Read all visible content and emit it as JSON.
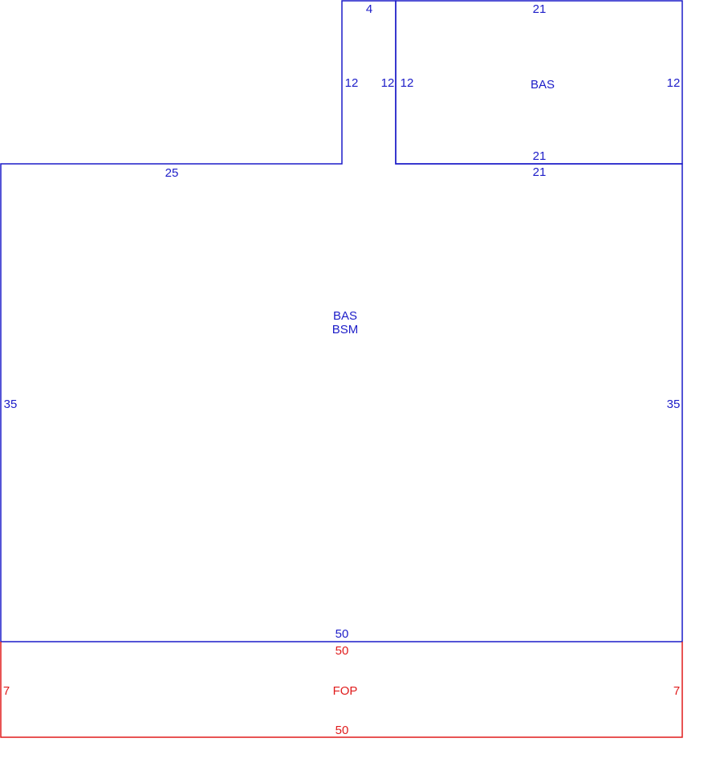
{
  "colors": {
    "blue": "#1c1cc8",
    "red": "#e01b1b",
    "background": "#ffffff"
  },
  "sketch": {
    "bas_upper": {
      "label": "BAS",
      "top_dim": "21",
      "bottom_dim": "21",
      "left_dim": "12",
      "right_dim": "12"
    },
    "gap": {
      "top_dim": "4",
      "left_dim": "12",
      "right_dim": "12"
    },
    "main": {
      "label_line1": "BAS",
      "label_line2": "BSM",
      "top_left_dim": "25",
      "top_right_dim": "21",
      "left_dim": "35",
      "right_dim": "35",
      "bottom_dim": "50"
    },
    "fop": {
      "label": "FOP",
      "top_dim": "50",
      "bottom_dim": "50",
      "left_dim": "7",
      "right_dim": "7"
    }
  }
}
